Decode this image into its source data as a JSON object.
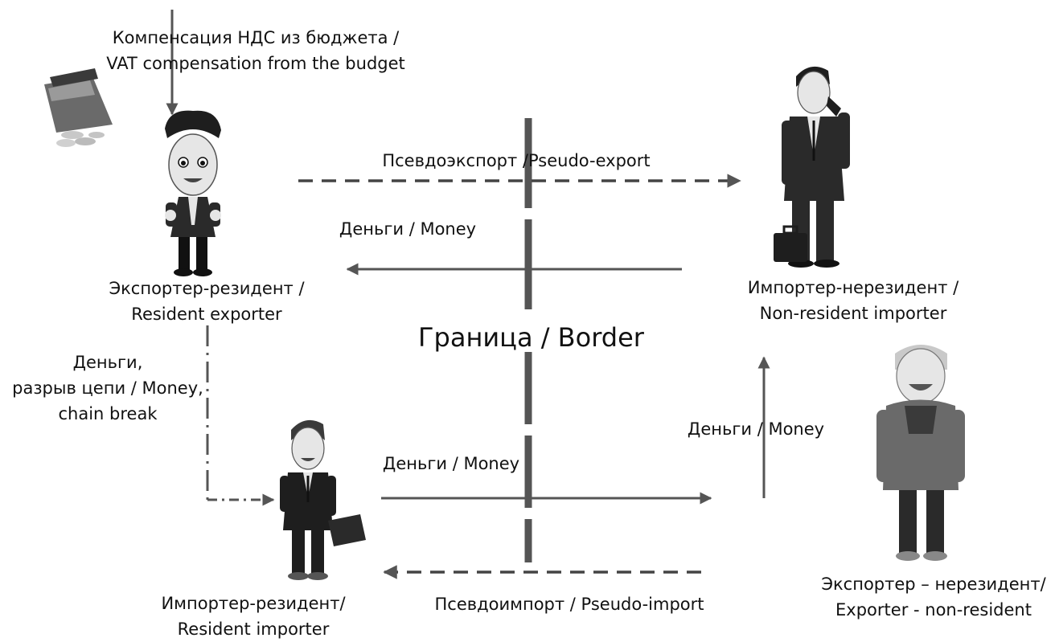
{
  "border_label": "Граница / Border",
  "actors": {
    "resident_exporter": {
      "line1": "Экспортер-резидент /",
      "line2": "Resident exporter"
    },
    "nonresident_importer": {
      "line1": "Импортер-нерезидент /",
      "line2": "Non-resident importer"
    },
    "resident_importer": {
      "line1": "Импортер-резидент/",
      "line2": "Resident importer"
    },
    "nonresident_exporter": {
      "line1": "Экспортер – нерезидент/",
      "line2": "Exporter - non-resident"
    }
  },
  "flows": {
    "vat": {
      "line1": "Компенсация НДС из бюджета /",
      "line2": "VAT compensation from the budget"
    },
    "pseudo_export": "Псевдоэкспорт /Pseudo-export",
    "money_top": "Деньги / Money",
    "chain_break": {
      "line1": "Деньги,",
      "line2": "разрыв цепи / Money,",
      "line3": "chain break"
    },
    "money_bottom": "Деньги / Money",
    "money_right": "Деньги / Money",
    "pseudo_import": "Псевдоимпорт / Pseudo-import"
  },
  "colors": {
    "line": "#555555",
    "figure_dark": "#1e1e1e",
    "figure_mid": "#6a6a6a",
    "skin": "#e6e6e6"
  }
}
